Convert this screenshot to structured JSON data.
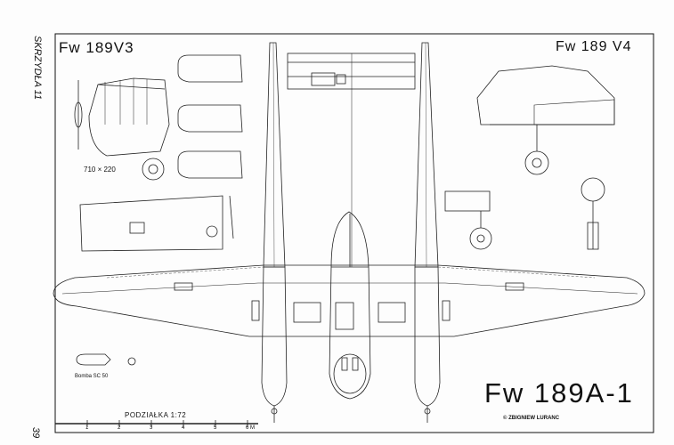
{
  "magazine": "SKRZYDŁA 11",
  "page_number": "39",
  "titles": {
    "v3": "Fw 189V3",
    "v4": "Fw 189 V4",
    "main": "Fw 189A-1"
  },
  "labels": {
    "wheel_dim": "710 × 220",
    "bomb": "Bomba SC 50",
    "scale": "PODZIAŁKA  1:72",
    "copyright": "© ZBIGNIEW LURANC"
  },
  "scale_ticks": [
    "1",
    "2",
    "3",
    "4",
    "5",
    "6 M"
  ]
}
